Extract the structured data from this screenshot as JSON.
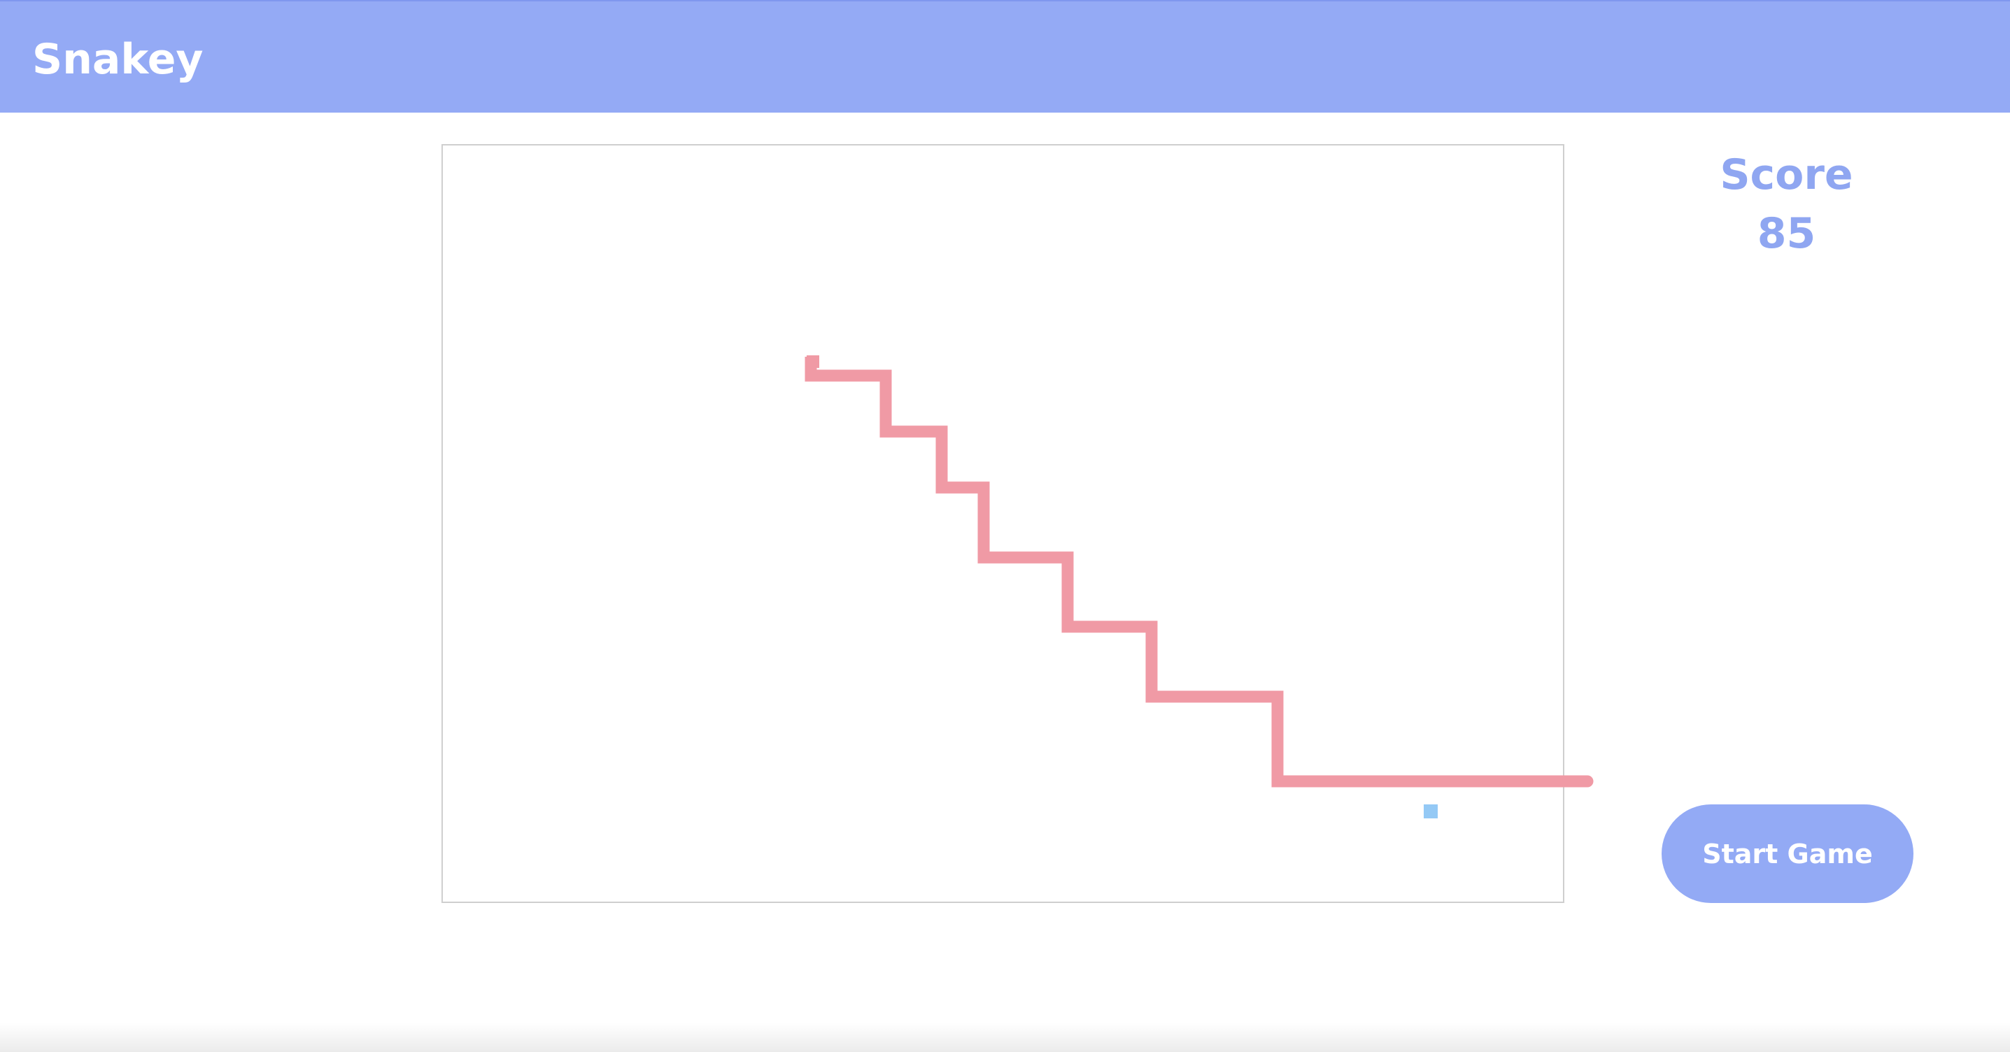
{
  "app": {
    "title": "Snakey"
  },
  "score": {
    "label": "Score",
    "value": "85"
  },
  "controls": {
    "start_label": "Start Game"
  },
  "colors": {
    "header": "#94aaf5",
    "snake": "#f09aa5",
    "food": "#94c9f5",
    "score_text": "#8fa6f1",
    "button": "#93aaf5",
    "button_text": "#ffffff"
  }
}
